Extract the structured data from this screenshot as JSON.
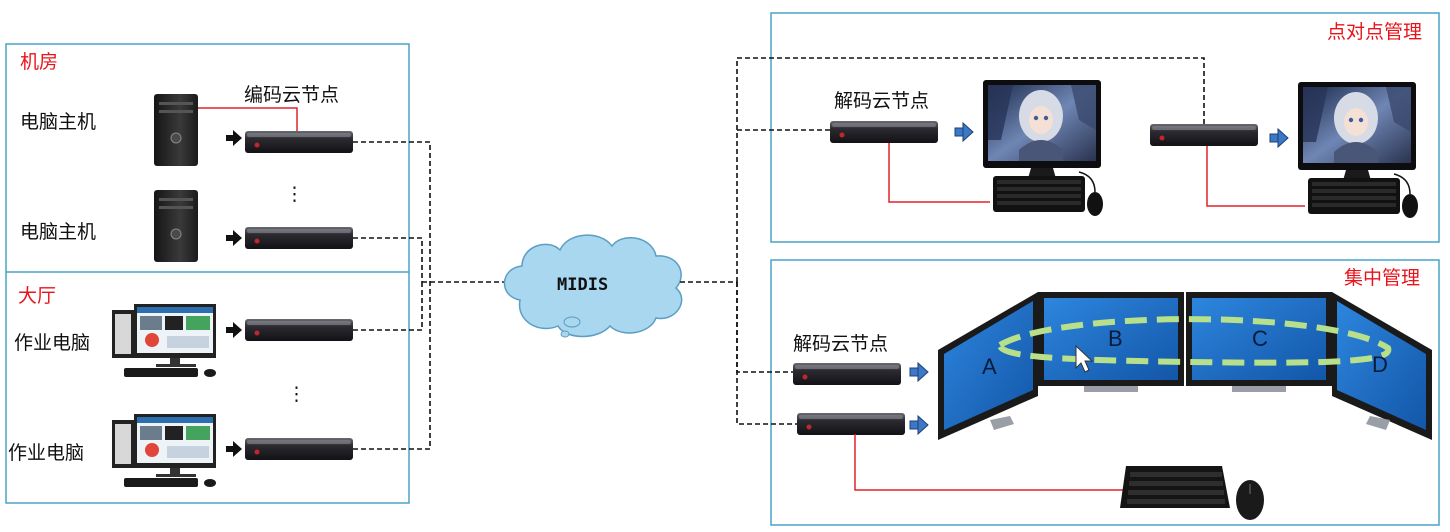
{
  "colors": {
    "frame": "#4aa3c8",
    "link_red": "#e0232a",
    "dashed_link": "#111111",
    "cloud": "#a9d7ef",
    "screen_blue": "#1b6fc8",
    "loop_green": "#b8e08a",
    "arrow_blue": "#3b79c8"
  },
  "rooms": {
    "machine_room": {
      "title": "机房",
      "hosts": [
        "电脑主机",
        "电脑主机"
      ],
      "encoder_label": "编码云节点",
      "ellipsis": "⋮"
    },
    "hall": {
      "title": "大厅",
      "hosts": [
        "作业电脑",
        "作业电脑"
      ],
      "ellipsis": "⋮"
    }
  },
  "network": {
    "label": "MIDIS"
  },
  "p2p": {
    "title": "点对点管理",
    "decoder_label": "解码云节点"
  },
  "central": {
    "title": "集中管理",
    "decoder_label": "解码云节点",
    "screens": [
      "A",
      "B",
      "C",
      "D"
    ]
  }
}
